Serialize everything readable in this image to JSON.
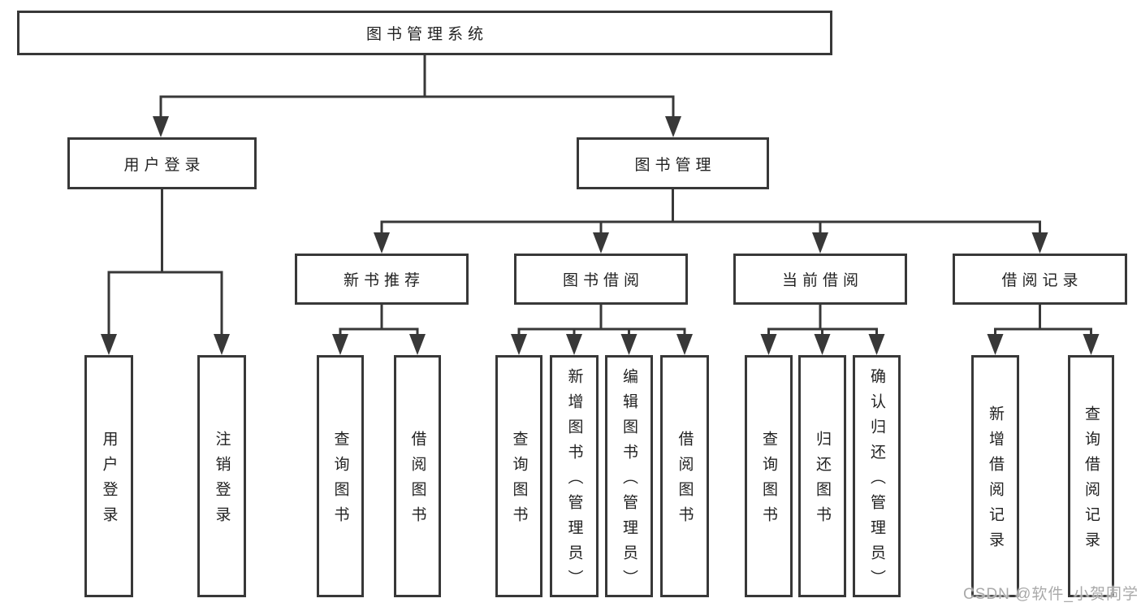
{
  "colors": {
    "line": "#383838",
    "text": "#222222",
    "watermark": "#a9a9a9",
    "background": "#ffffff"
  },
  "diagram": {
    "root": {
      "label": "图书管理系统"
    },
    "branches": [
      {
        "label": "用户登录",
        "children": [
          {
            "label": "用户登录"
          },
          {
            "label": "注销登录"
          }
        ]
      },
      {
        "label": "图书管理",
        "children": [
          {
            "label": "新书推荐",
            "children": [
              {
                "label": "查询图书"
              },
              {
                "label": "借阅图书"
              }
            ]
          },
          {
            "label": "图书借阅",
            "children": [
              {
                "label": "查询图书"
              },
              {
                "label": "新增图书（管理员）"
              },
              {
                "label": "编辑图书（管理员）"
              },
              {
                "label": "借阅图书"
              }
            ]
          },
          {
            "label": "当前借阅",
            "children": [
              {
                "label": "查询图书"
              },
              {
                "label": "归还图书"
              },
              {
                "label": "确认归还（管理员）"
              }
            ]
          },
          {
            "label": "借阅记录",
            "children": [
              {
                "label": "新增借阅记录"
              },
              {
                "label": "查询借阅记录"
              }
            ]
          }
        ]
      }
    ]
  },
  "watermark": {
    "text": "CSDN @软件_小贺同学"
  }
}
